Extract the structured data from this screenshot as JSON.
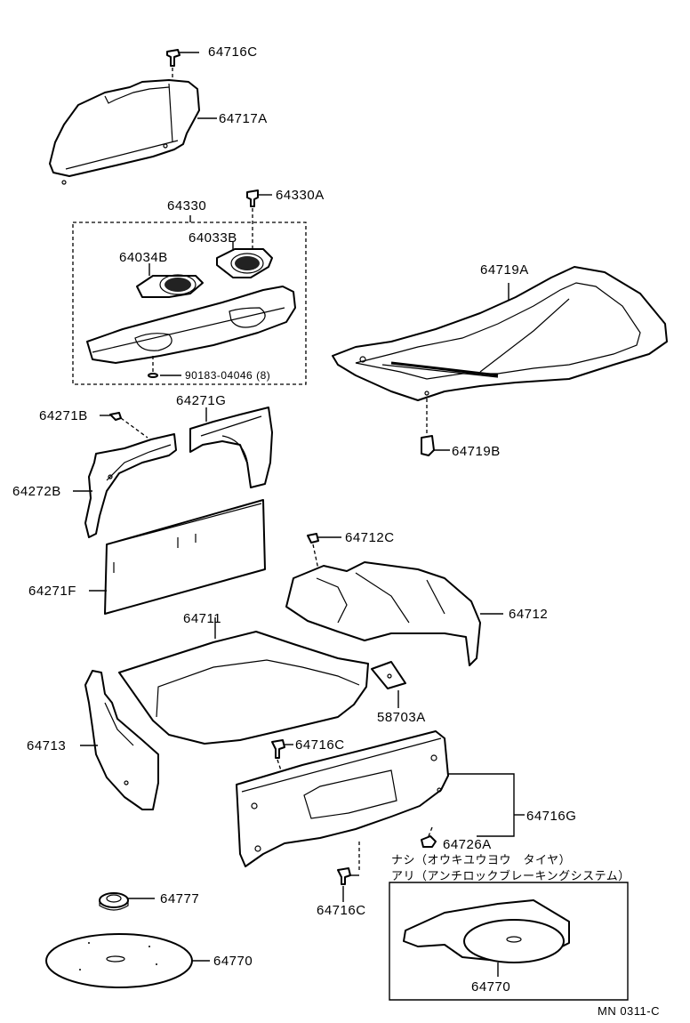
{
  "labels": {
    "p64716C_top": "64716C",
    "p64717A": "64717A",
    "p64330": "64330",
    "p64330A": "64330A",
    "p64033B": "64033B",
    "p64034B": "64034B",
    "p90183": "90183-04046 (8)",
    "p64719A": "64719A",
    "p64719B": "64719B",
    "p64271B": "64271B",
    "p64271G": "64271G",
    "p64272B": "64272B",
    "p64271F": "64271F",
    "p64712C": "64712C",
    "p64712": "64712",
    "p64711": "64711",
    "p58703A": "58703A",
    "p64713": "64713",
    "p64716C_mid": "64716C",
    "p64716G": "64716G",
    "p64726A": "64726A",
    "p64716C_bot": "64716C",
    "p64777": "64777",
    "p64770_left": "64770",
    "p64770_box": "64770"
  },
  "notes": {
    "without_spare": "ナシ（オウキユウヨウ　タイヤ）",
    "with_abs": "アリ（アンチロックブレーキングシステム）"
  },
  "diagram_code": "MN 0311-C"
}
